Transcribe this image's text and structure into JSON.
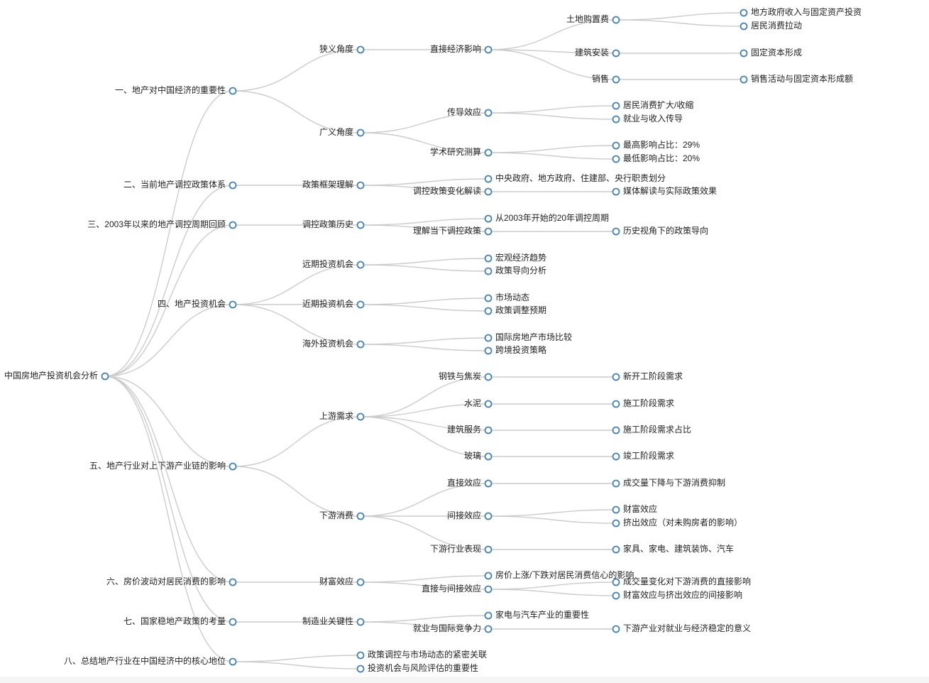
{
  "tree": {
    "label": "中国房地产投资机会分析",
    "children": [
      {
        "label": "一、地产对中国经济的重要性",
        "children": [
          {
            "label": "狭义角度",
            "children": [
              {
                "label": "直接经济影响",
                "children": [
                  {
                    "label": "土地购置费",
                    "children": [
                      {
                        "label": "地方政府收入与固定资产投资"
                      },
                      {
                        "label": "居民消费拉动"
                      }
                    ]
                  },
                  {
                    "label": "建筑安装",
                    "children": [
                      {
                        "label": "固定资本形成"
                      }
                    ]
                  },
                  {
                    "label": "销售",
                    "children": [
                      {
                        "label": "销售活动与固定资本形成额"
                      }
                    ]
                  }
                ]
              }
            ]
          },
          {
            "label": "广义角度",
            "children": [
              {
                "label": "传导效应",
                "children": [
                  {
                    "label": "居民消费扩大/收缩"
                  },
                  {
                    "label": "就业与收入传导"
                  }
                ]
              },
              {
                "label": "学术研究测算",
                "children": [
                  {
                    "label": "最高影响占比：29%"
                  },
                  {
                    "label": "最低影响占比：20%"
                  }
                ]
              }
            ]
          }
        ]
      },
      {
        "label": "二、当前地产调控政策体系",
        "children": [
          {
            "label": "政策框架理解",
            "children": [
              {
                "label": "中央政府、地方政府、住建部、央行职责划分"
              },
              {
                "label": "调控政策变化解读",
                "children": [
                  {
                    "label": "媒体解读与实际政策效果"
                  }
                ]
              }
            ]
          }
        ]
      },
      {
        "label": "三、2003年以来的地产调控周期回顾",
        "children": [
          {
            "label": "调控政策历史",
            "children": [
              {
                "label": "从2003年开始的20年调控周期"
              },
              {
                "label": "理解当下调控政策",
                "children": [
                  {
                    "label": "历史视角下的政策导向"
                  }
                ]
              }
            ]
          }
        ]
      },
      {
        "label": "四、地产投资机会",
        "children": [
          {
            "label": "远期投资机会",
            "children": [
              {
                "label": "宏观经济趋势"
              },
              {
                "label": "政策导向分析"
              }
            ]
          },
          {
            "label": "近期投资机会",
            "children": [
              {
                "label": "市场动态"
              },
              {
                "label": "政策调整预期"
              }
            ]
          },
          {
            "label": "海外投资机会",
            "children": [
              {
                "label": "国际房地产市场比较"
              },
              {
                "label": "跨境投资策略"
              }
            ]
          }
        ]
      },
      {
        "label": "五、地产行业对上下游产业链的影响",
        "children": [
          {
            "label": "上游需求",
            "children": [
              {
                "label": "钢铁与焦炭",
                "children": [
                  {
                    "label": "新开工阶段需求"
                  }
                ]
              },
              {
                "label": "水泥",
                "children": [
                  {
                    "label": "施工阶段需求"
                  }
                ]
              },
              {
                "label": "建筑服务",
                "children": [
                  {
                    "label": "施工阶段需求占比"
                  }
                ]
              },
              {
                "label": "玻璃",
                "children": [
                  {
                    "label": "竣工阶段需求"
                  }
                ]
              }
            ]
          },
          {
            "label": "下游消费",
            "children": [
              {
                "label": "直接效应",
                "children": [
                  {
                    "label": "成交量下降与下游消费抑制"
                  }
                ]
              },
              {
                "label": "间接效应",
                "children": [
                  {
                    "label": "财富效应"
                  },
                  {
                    "label": "挤出效应（对未购房者的影响）"
                  }
                ]
              },
              {
                "label": "下游行业表现",
                "children": [
                  {
                    "label": "家具、家电、建筑装饰、汽车"
                  }
                ]
              }
            ]
          }
        ]
      },
      {
        "label": "六、房价波动对居民消费的影响",
        "children": [
          {
            "label": "财富效应",
            "children": [
              {
                "label": "房价上涨/下跌对居民消费信心的影响"
              },
              {
                "label": "直接与间接效应",
                "children": [
                  {
                    "label": "成交量变化对下游消费的直接影响"
                  },
                  {
                    "label": "财富效应与挤出效应的间接影响"
                  }
                ]
              }
            ]
          }
        ]
      },
      {
        "label": "七、国家稳地产政策的考量",
        "children": [
          {
            "label": "制造业关键性",
            "children": [
              {
                "label": "家电与汽车产业的重要性"
              },
              {
                "label": "就业与国际竞争力",
                "children": [
                  {
                    "label": "下游产业对就业与经济稳定的意义"
                  }
                ]
              }
            ]
          }
        ]
      },
      {
        "label": "八、总结地产行业在中国经济中的核心地位",
        "children": [
          {
            "label": "政策调控与市场动态的紧密关联"
          },
          {
            "label": "投资机会与风险评估的重要性"
          }
        ]
      }
    ]
  },
  "colors": {
    "node_stroke": "#4682b4",
    "link": "#cccccc",
    "text": "#222222"
  }
}
